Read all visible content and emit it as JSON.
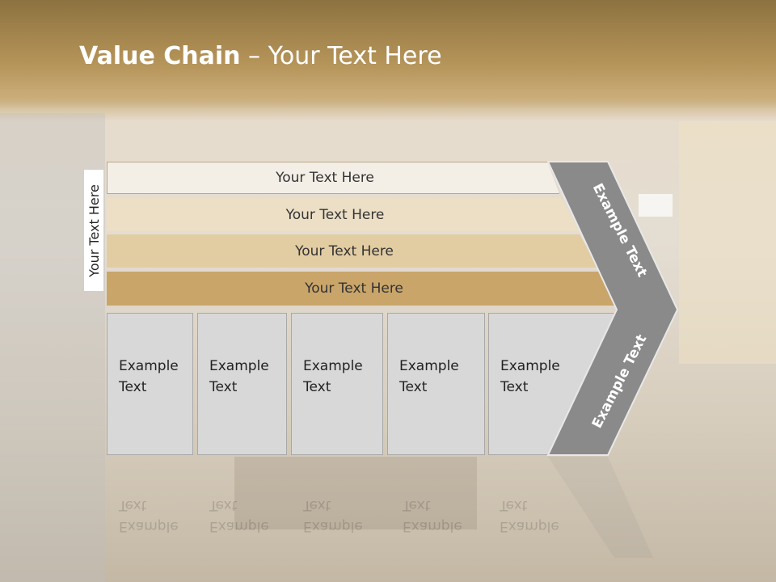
{
  "slide": {
    "title_bold": "Value Chain",
    "title_rest": " – Your Text Here",
    "side_label": "Your Text Here",
    "bands": [
      {
        "label": "Your Text Here",
        "color": "#f4efe6"
      },
      {
        "label": "Your Text Here",
        "color": "#ecdfc6"
      },
      {
        "label": "Your Text Here",
        "color": "#e2cca2"
      },
      {
        "label": "Your Text Here",
        "color": "#c9a56a"
      }
    ],
    "boxes": [
      {
        "line1": "Example",
        "line2": "Text"
      },
      {
        "line1": "Example",
        "line2": "Text"
      },
      {
        "line1": "Example",
        "line2": "Text"
      },
      {
        "line1": "Example",
        "line2": "Text"
      },
      {
        "line1": "Example",
        "line2": "Text"
      }
    ],
    "arrow_upper_text": "Example Text",
    "arrow_lower_text": "Example Text",
    "arrow_color": "#8a8a8a"
  }
}
